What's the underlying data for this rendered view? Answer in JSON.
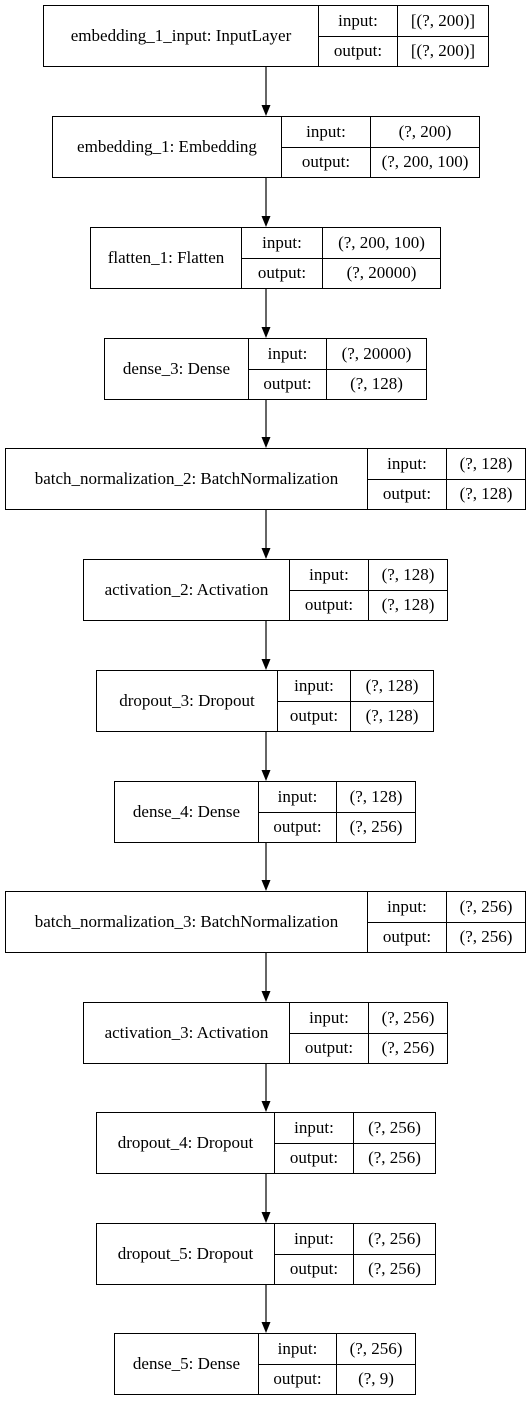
{
  "diagram": {
    "layers": [
      {
        "name": "embedding_1_input: InputLayer",
        "input_label": "input:",
        "output_label": "output:",
        "input": "[(?, 200)]",
        "output": "[(?, 200)]"
      },
      {
        "name": "embedding_1: Embedding",
        "input_label": "input:",
        "output_label": "output:",
        "input": "(?, 200)",
        "output": "(?, 200, 100)"
      },
      {
        "name": "flatten_1: Flatten",
        "input_label": "input:",
        "output_label": "output:",
        "input": "(?, 200, 100)",
        "output": "(?, 20000)"
      },
      {
        "name": "dense_3: Dense",
        "input_label": "input:",
        "output_label": "output:",
        "input": "(?, 20000)",
        "output": "(?, 128)"
      },
      {
        "name": "batch_normalization_2: BatchNormalization",
        "input_label": "input:",
        "output_label": "output:",
        "input": "(?, 128)",
        "output": "(?, 128)"
      },
      {
        "name": "activation_2: Activation",
        "input_label": "input:",
        "output_label": "output:",
        "input": "(?, 128)",
        "output": "(?, 128)"
      },
      {
        "name": "dropout_3: Dropout",
        "input_label": "input:",
        "output_label": "output:",
        "input": "(?, 128)",
        "output": "(?, 128)"
      },
      {
        "name": "dense_4: Dense",
        "input_label": "input:",
        "output_label": "output:",
        "input": "(?, 128)",
        "output": "(?, 256)"
      },
      {
        "name": "batch_normalization_3: BatchNormalization",
        "input_label": "input:",
        "output_label": "output:",
        "input": "(?, 256)",
        "output": "(?, 256)"
      },
      {
        "name": "activation_3: Activation",
        "input_label": "input:",
        "output_label": "output:",
        "input": "(?, 256)",
        "output": "(?, 256)"
      },
      {
        "name": "dropout_4: Dropout",
        "input_label": "input:",
        "output_label": "output:",
        "input": "(?, 256)",
        "output": "(?, 256)"
      },
      {
        "name": "dropout_5: Dropout",
        "input_label": "input:",
        "output_label": "output:",
        "input": "(?, 256)",
        "output": "(?, 256)"
      },
      {
        "name": "dense_5: Dense",
        "input_label": "input:",
        "output_label": "output:",
        "input": "(?, 256)",
        "output": "(?, 9)"
      }
    ]
  }
}
